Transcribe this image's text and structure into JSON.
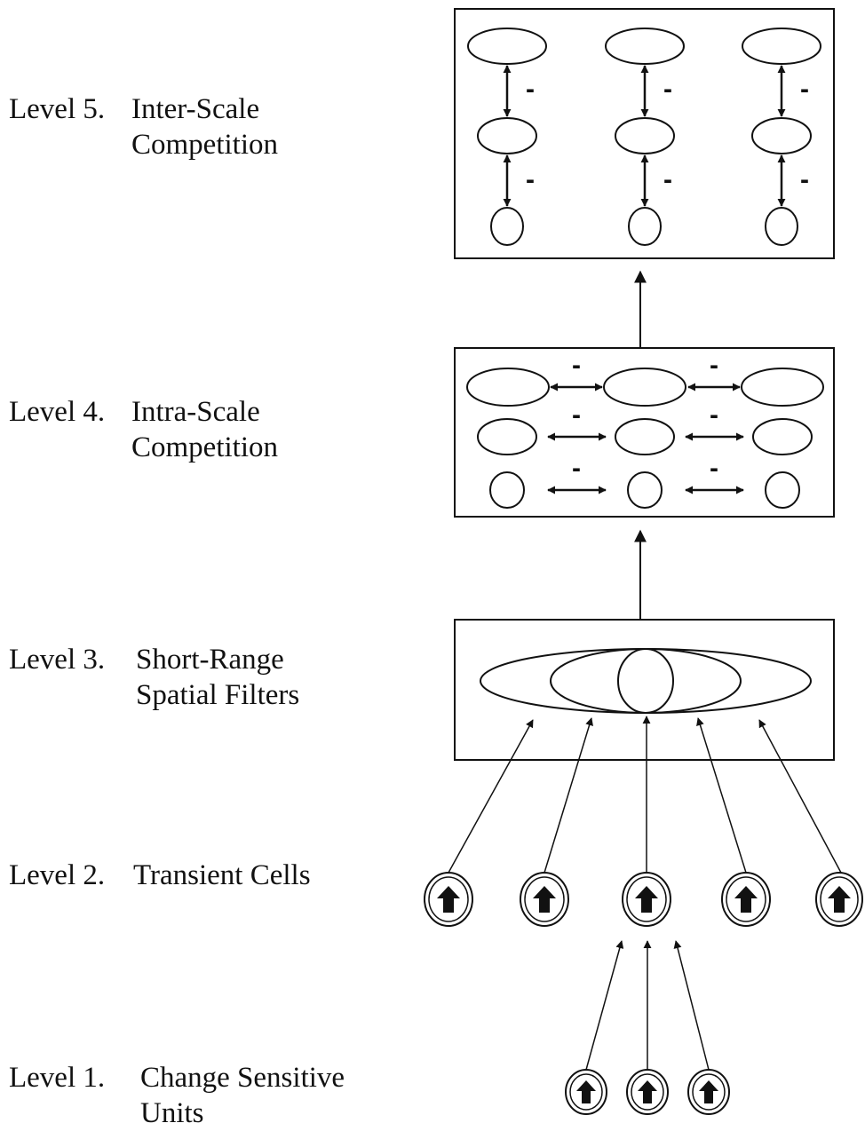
{
  "levels": [
    {
      "number": "Level 5.",
      "title_line1": "Inter-Scale",
      "title_line2": "Competition"
    },
    {
      "number": "Level 4.",
      "title_line1": "Intra-Scale",
      "title_line2": "Competition"
    },
    {
      "number": "Level 3.",
      "title_line1": "Short-Range",
      "title_line2": "Spatial Filters"
    },
    {
      "number": "Level 2.",
      "title_line1": "Transient Cells",
      "title_line2": ""
    },
    {
      "number": "Level 1.",
      "title_line1": "Change Sensitive",
      "title_line2": "Units"
    }
  ],
  "inhibition_sign": "-",
  "colors": {
    "ink": "#111111",
    "fill": "#ffffff"
  }
}
